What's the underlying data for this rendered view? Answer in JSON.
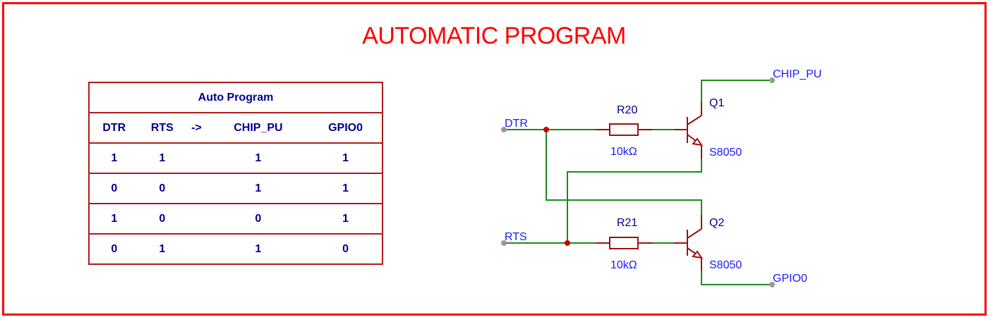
{
  "title": "AUTOMATIC PROGRAM",
  "truth_table": {
    "caption": "Auto Program",
    "headers": [
      "DTR",
      "RTS",
      "->",
      "CHIP_PU",
      "GPIO0"
    ],
    "rows": [
      [
        "1",
        "1",
        "",
        "1",
        "1"
      ],
      [
        "0",
        "0",
        "",
        "1",
        "1"
      ],
      [
        "1",
        "0",
        "",
        "0",
        "1"
      ],
      [
        "0",
        "1",
        "",
        "1",
        "0"
      ]
    ]
  },
  "schematic": {
    "nets": {
      "dtr": "DTR",
      "rts": "RTS",
      "chip_pu": "CHIP_PU",
      "gpio0": "GPIO0"
    },
    "resistors": [
      {
        "ref": "R20",
        "value": "10kΩ"
      },
      {
        "ref": "R21",
        "value": "10kΩ"
      }
    ],
    "transistors": [
      {
        "ref": "Q1",
        "part": "S8050",
        "type": "NPN"
      },
      {
        "ref": "Q2",
        "part": "S8050",
        "type": "NPN"
      }
    ],
    "colors": {
      "wire": "#1a8c1a",
      "component": "#a01010",
      "junction": "#cc0000",
      "port": "#999999",
      "label": "#1a1aff"
    }
  }
}
